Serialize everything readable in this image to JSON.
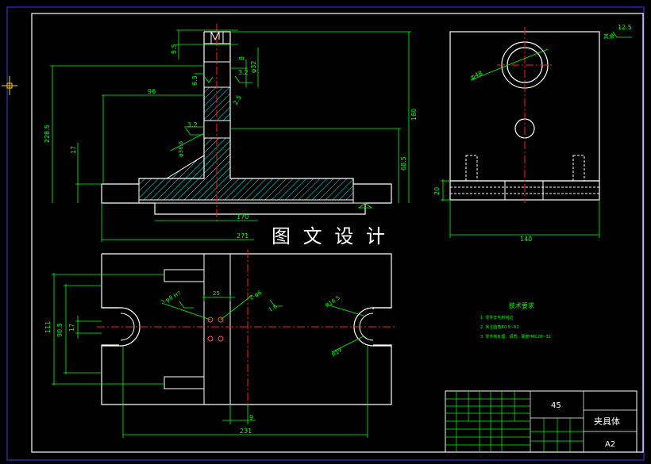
{
  "watermark": "图 文 设 计",
  "colors": {
    "background": "#000000",
    "frame": "#ffffff",
    "outer_frame": "#3a3aff",
    "dimension": "#00ff00",
    "centerline": "#ff2020",
    "hatch": "#00ffff",
    "hidden": "#ffffff"
  },
  "front_view": {
    "dims": [
      "5.5",
      "8",
      "φ32",
      "3.2",
      "6.3",
      "96",
      "2.5",
      "3.2",
      "φ36.6",
      "228.5",
      "17",
      "160",
      "68.5",
      "170",
      "271"
    ]
  },
  "side_view": {
    "dims": [
      "φ48",
      "20",
      "140"
    ],
    "roughness": "12.5",
    "roughness_note": "其余"
  },
  "top_view": {
    "dims": [
      "111",
      "90.5",
      "17",
      "2-φ8 H7",
      "25",
      "2-φ6",
      "1.6",
      "R16.5",
      "R19",
      "231",
      "9"
    ]
  },
  "tech_requirements": {
    "title": "技术要求",
    "lines": [
      "1. 零件去毛刺锐边",
      "2. 未注圆角R0.5~R1",
      "3. 零件热处理：调质，硬度HRC28~32"
    ]
  },
  "title_block": {
    "material": "45",
    "part_name": "夹具体",
    "sheet_size": "A2"
  }
}
